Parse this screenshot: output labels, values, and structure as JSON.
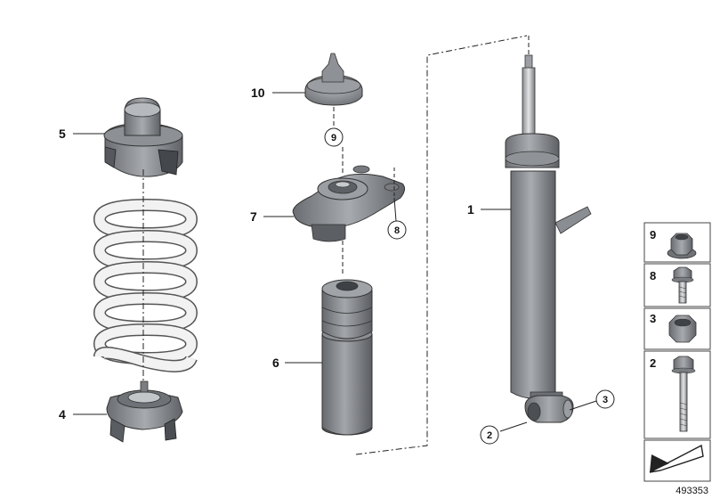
{
  "callouts": {
    "c1": "1",
    "c4": "4",
    "c5": "5",
    "c6": "6",
    "c7": "7",
    "c10": "10"
  },
  "circled": {
    "n2": "2",
    "n3": "3",
    "n8": "8",
    "n9": "9"
  },
  "side_panel": {
    "items": [
      {
        "label": "9",
        "icon": "hex-nut-flanged-icon"
      },
      {
        "label": "8",
        "icon": "bolt-short-icon"
      },
      {
        "label": "3",
        "icon": "hex-nut-icon"
      },
      {
        "label": "2",
        "icon": "bolt-long-icon"
      }
    ],
    "arrow_icon": "pointer-arrow-icon"
  },
  "document_number": "493353",
  "colors": {
    "part_gray": "#8c8f93",
    "part_dark": "#5c5f63",
    "part_light": "#c2c5c8",
    "spring": "#f2f2f2",
    "line": "#222222"
  }
}
